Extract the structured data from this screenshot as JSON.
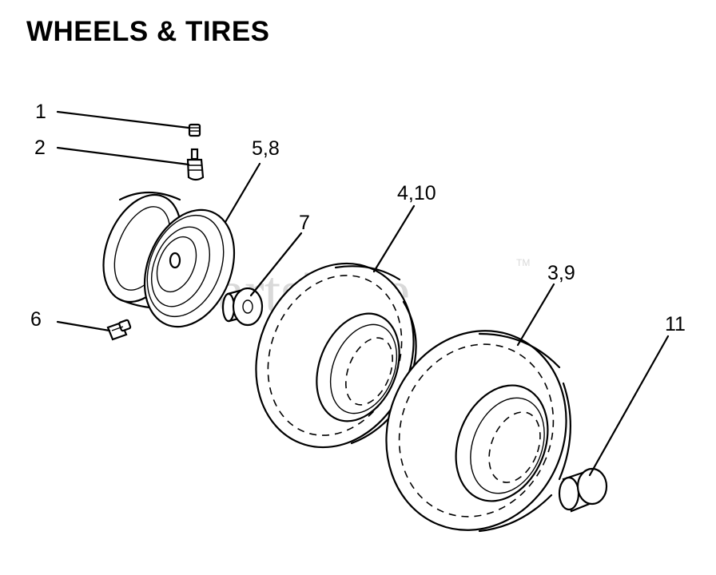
{
  "title": "WHEELS & TIRES",
  "watermark": {
    "text": "PartsTree",
    "trademark": "TM"
  },
  "callouts": {
    "c1": "1",
    "c2": "2",
    "c3": "3,9",
    "c4": "4,10",
    "c5": "5,8",
    "c6": "6",
    "c7": "7",
    "c11": "11"
  }
}
